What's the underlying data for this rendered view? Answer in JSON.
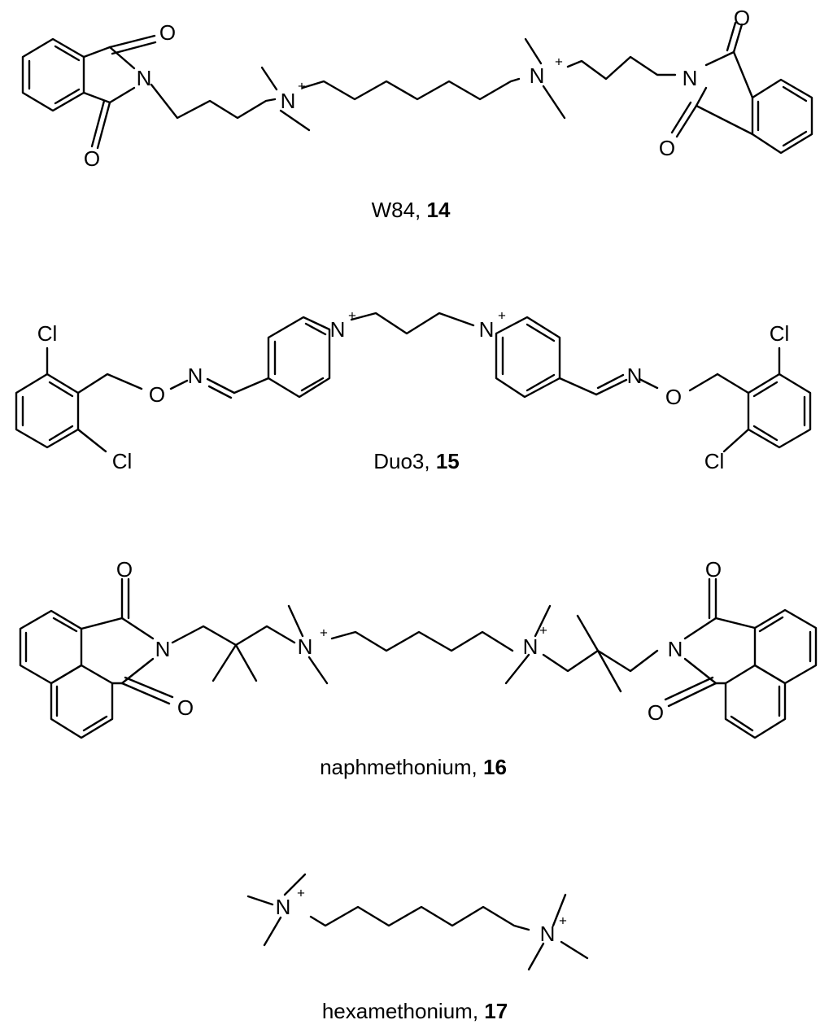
{
  "compounds": [
    {
      "name": "W84",
      "number": "14"
    },
    {
      "name": "Duo3",
      "number": "15"
    },
    {
      "name": "naphmethonium",
      "number": "16"
    },
    {
      "name": "hexamethonium",
      "number": "17"
    }
  ],
  "atom_labels": {
    "oxygen": "O",
    "nitrogen": "N",
    "chlorine": "Cl",
    "charge": "+"
  }
}
